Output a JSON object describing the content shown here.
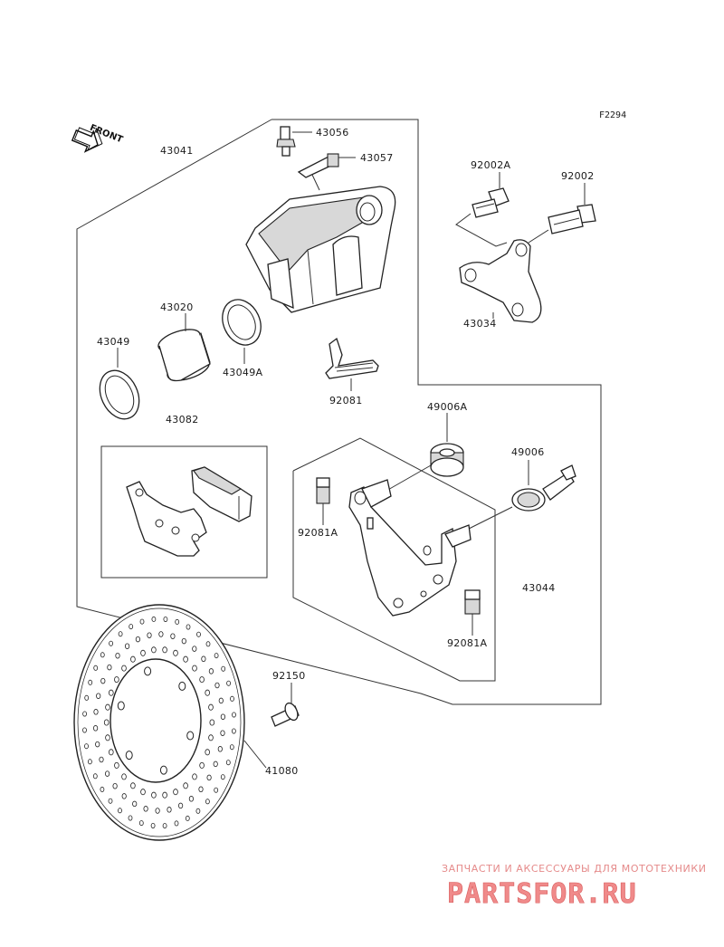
{
  "diagram": {
    "code": "F2294",
    "front_label": "FRONT",
    "parts": {
      "p43041": "43041",
      "p43056": "43056",
      "p43057": "43057",
      "p92002A": "92002A",
      "p92002": "92002",
      "p43034": "43034",
      "p43020": "43020",
      "p43049": "43049",
      "p43049A": "43049A",
      "p92081": "92081",
      "p43082": "43082",
      "p49006A": "49006A",
      "p49006": "49006",
      "p92081A_1": "92081A",
      "p43044": "43044",
      "p92081A_2": "92081A",
      "p92150": "92150",
      "p41080": "41080"
    }
  },
  "watermark": {
    "tagline": "ЗАПЧАСТИ И АКСЕССУАРЫ ДЛЯ МОТОТЕХНИКИ",
    "logo": "PARTSFOR.RU"
  }
}
